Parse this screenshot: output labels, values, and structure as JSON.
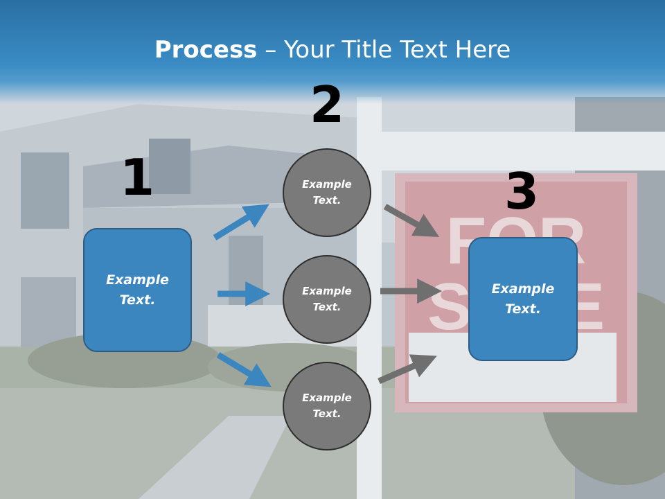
{
  "slide": {
    "title_bold": "Process",
    "title_rest": " – Your Title Text Here",
    "steps": {
      "one": "1",
      "two": "2",
      "three": "3"
    },
    "left_box": "Example Text.",
    "circles": [
      "Example Text.",
      "Example Text.",
      "Example Text."
    ],
    "right_box": "Example Text."
  },
  "colors": {
    "header": "#3a8cc4",
    "blue_box": "#3c86c0",
    "grey_circle": "#7a7a7a",
    "blue_arrow": "#3c86c0",
    "grey_arrow": "#6f6f6f"
  },
  "background": {
    "description_icon": "house-for-sale-sign-photo"
  }
}
